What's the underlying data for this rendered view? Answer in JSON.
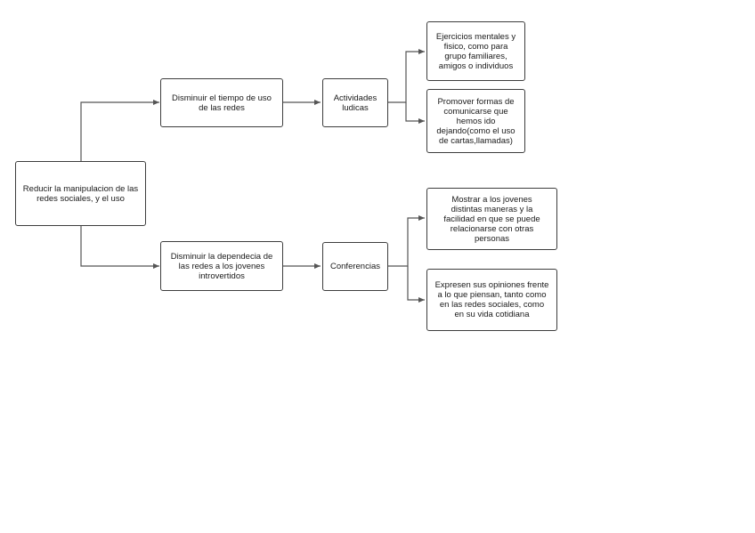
{
  "nodes": {
    "root": "Reducir la manipulacion de las redes sociales, y el uso",
    "goal1": "Disminuir el tiempo de uso de las redes",
    "goal2": "Disminuir la dependecia de las redes a los jovenes introvertidos",
    "act1": "Actividades ludicas",
    "act2": "Conferencias",
    "r1a": "Ejercicios mentales y fisico, como para grupo familiares, amigos o individuos",
    "r1b": "Promover formas de comunicarse que hemos ido dejando(como el uso de cartas,llamadas)",
    "r2a": "Mostrar a los jovenes distintas maneras y la facilidad en que se puede relacionarse con otras personas",
    "r2b": "Expresen sus opiniones frente a lo que piensan, tanto como en las redes sociales, como en su vida cotidiana"
  },
  "style": {
    "line_color": "#555555",
    "border_color": "#3d3d3d"
  }
}
